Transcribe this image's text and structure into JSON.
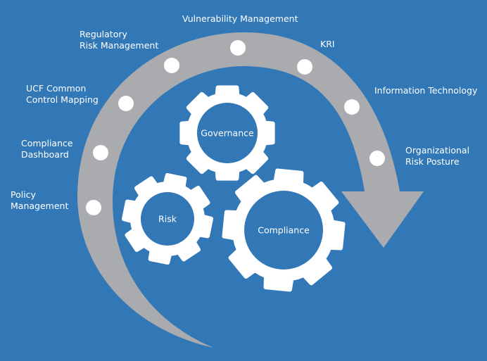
{
  "colors": {
    "background": "#3278b7",
    "arrow": "#a9abae",
    "gear": "#ffffff",
    "text": "#ffffff"
  },
  "gears": {
    "governance": "Governance",
    "risk": "Risk",
    "compliance": "Compliance"
  },
  "labels": {
    "policy_management": [
      "Policy",
      "Management"
    ],
    "compliance_dashboard": [
      "Compliance",
      "Dashboard"
    ],
    "ucf": [
      "UCF Common",
      "Control Mapping"
    ],
    "regulatory": [
      "Regulatory",
      "Risk Management"
    ],
    "vulnerability": "Vulnerability Management",
    "kri": "KRI",
    "information_technology": "Information Technology",
    "organizational": [
      "Organizational",
      "Risk Posture"
    ]
  }
}
